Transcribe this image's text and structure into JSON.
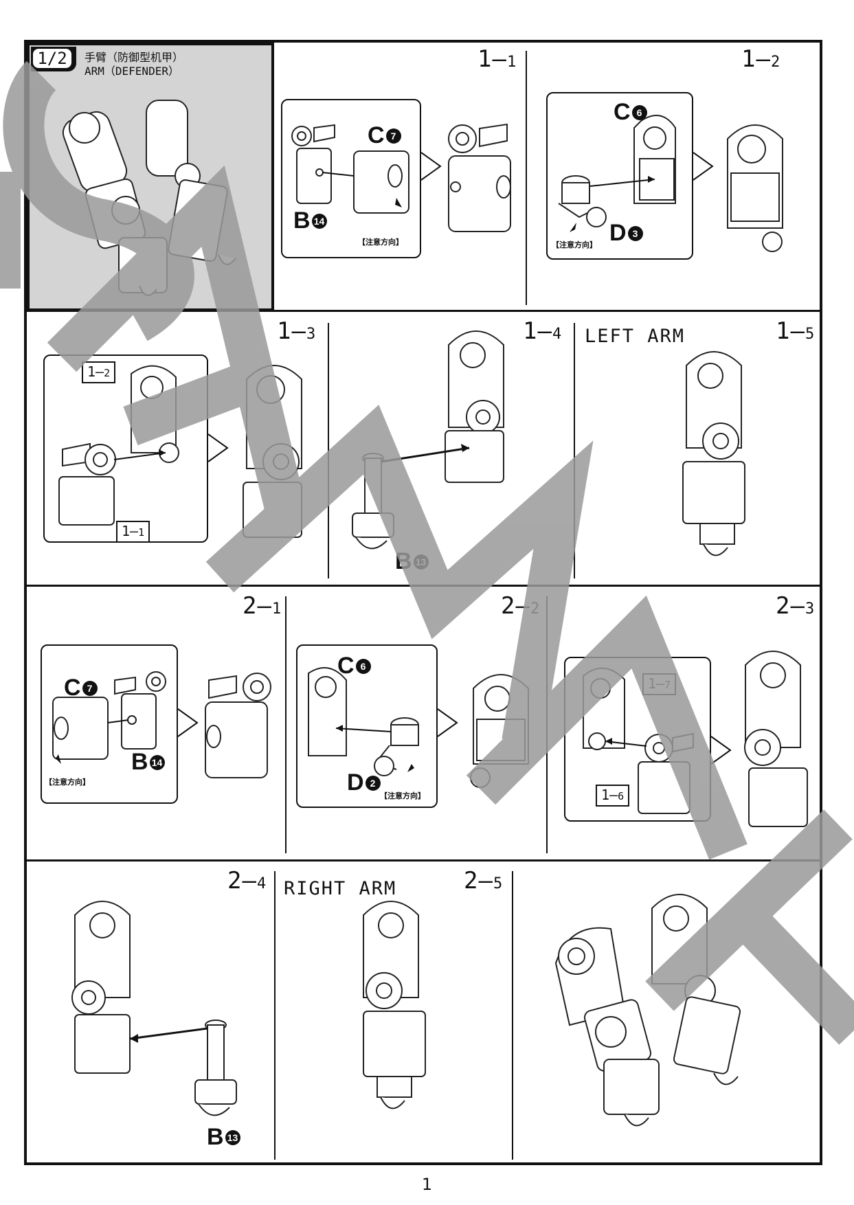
{
  "header": {
    "tag": "1/2",
    "title_cn": "手臂（防御型机甲）",
    "title_en": "ARM（DEFENDER）"
  },
  "steps": {
    "s1_1": {
      "main": "1",
      "dash": "—",
      "sub": "1"
    },
    "s1_2": {
      "main": "1",
      "dash": "—",
      "sub": "2"
    },
    "s1_3": {
      "main": "1",
      "dash": "—",
      "sub": "3"
    },
    "s1_4": {
      "main": "1",
      "dash": "—",
      "sub": "4"
    },
    "s1_5": {
      "main": "1",
      "dash": "—",
      "sub": "5"
    },
    "s2_1": {
      "main": "2",
      "dash": "—",
      "sub": "1"
    },
    "s2_2": {
      "main": "2",
      "dash": "—",
      "sub": "2"
    },
    "s2_3": {
      "main": "2",
      "dash": "—",
      "sub": "3"
    },
    "s2_4": {
      "main": "2",
      "dash": "—",
      "sub": "4"
    },
    "s2_5": {
      "main": "2",
      "dash": "—",
      "sub": "5"
    }
  },
  "arm_labels": {
    "left": "LEFT ARM",
    "right": "RIGHT ARM"
  },
  "parts": {
    "c7": {
      "letter": "C",
      "num": "7"
    },
    "b14": {
      "letter": "B",
      "num": "14"
    },
    "c6": {
      "letter": "C",
      "num": "6"
    },
    "d3": {
      "letter": "D",
      "num": "3"
    },
    "b13": {
      "letter": "B",
      "num": "13"
    },
    "d2": {
      "letter": "D",
      "num": "2"
    }
  },
  "notes": {
    "direction": "【注意方向】"
  },
  "refs": {
    "r1_2": {
      "main": "1—",
      "sub": "2"
    },
    "r1_1": {
      "main": "1—",
      "sub": "1"
    },
    "r1_7": {
      "main": "1—",
      "sub": "7"
    },
    "r1_6": {
      "main": "1—",
      "sub": "6"
    }
  },
  "watermark": {
    "color": "#9a9a9a"
  },
  "page_number": "1"
}
